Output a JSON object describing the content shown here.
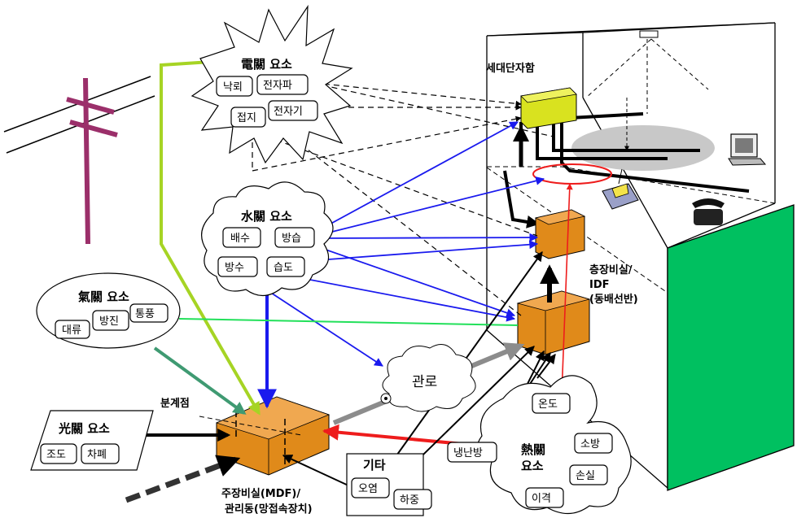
{
  "electric": {
    "title": "電關 요소",
    "items": [
      "낙뢰",
      "전자파",
      "접지",
      "전자기"
    ]
  },
  "water": {
    "title": "水關 요소",
    "items": [
      "배수",
      "방습",
      "방수",
      "습도"
    ]
  },
  "air": {
    "title": "氣關 요소",
    "items": [
      "대류",
      "방진",
      "통풍"
    ]
  },
  "light": {
    "title": "光關 요소",
    "items": [
      "조도",
      "차폐"
    ]
  },
  "heat": {
    "title_line1": "熱關",
    "title_line2": "요소",
    "items": [
      "냉난방",
      "온도",
      "소방",
      "손실",
      "이격"
    ]
  },
  "other": {
    "title": "기타",
    "items": [
      "오염",
      "하중"
    ]
  },
  "labels": {
    "unit_box": "세대단자함",
    "conduit": "관로",
    "demarcation": "분계점",
    "idf_line1": "층장비실/",
    "idf_line2": "IDF",
    "idf_line3": "(동배선반)",
    "mdf_line1": "주장비실(MDF)/",
    "mdf_line2": "관리동(망접속장치)"
  },
  "colors": {
    "blue_arrow": "#1a1aee",
    "dashed": "#000000",
    "box_orange": "#e08a1a",
    "unit_yellow": "#d9e21f",
    "green_wall": "#00c060",
    "lime_line": "#a6d424",
    "pole": "#9b2f6a",
    "red": "#ee1c1c",
    "gray_arrow": "#8c8c8c",
    "teal_arrow": "#3f9a72"
  }
}
